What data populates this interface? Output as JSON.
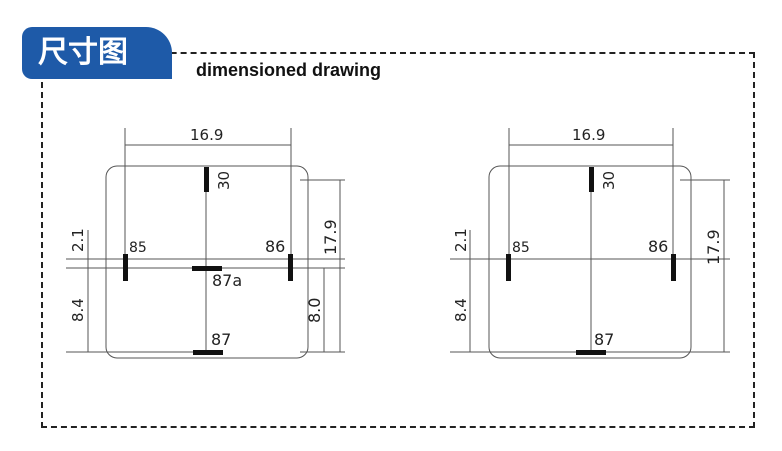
{
  "header": {
    "title": "尺寸图",
    "subtitle": "dimensioned drawing"
  },
  "left_diagram": {
    "width_dim": "16.9",
    "height_dim": "17.9",
    "top_offset_dim": "2.1",
    "left_lower_dim": "8.4",
    "right_lower_dim": "8.0",
    "pins": {
      "p30": "30",
      "p85": "85",
      "p86": "86",
      "p87a": "87a",
      "p87": "87"
    }
  },
  "right_diagram": {
    "width_dim": "16.9",
    "height_dim": "17.9",
    "top_offset_dim": "2.1",
    "left_lower_dim": "8.4",
    "pins": {
      "p30": "30",
      "p85": "85",
      "p86": "86",
      "p87": "87"
    }
  },
  "colors": {
    "tab_blue": "#1e5aa8",
    "line": "#555555",
    "pin": "#111111"
  }
}
